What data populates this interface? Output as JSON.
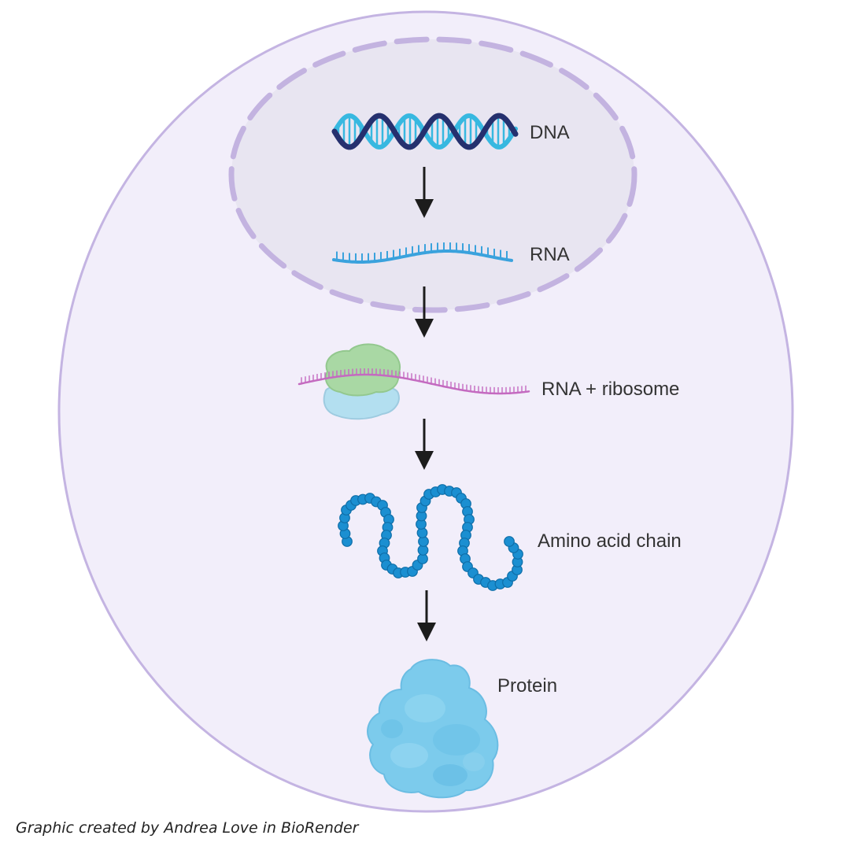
{
  "diagram": {
    "steps": [
      {
        "id": "dna",
        "label": "DNA",
        "icon": "dna-double-helix-icon"
      },
      {
        "id": "rna",
        "label": "RNA",
        "icon": "rna-strand-icon"
      },
      {
        "id": "ribosome",
        "label": "RNA + ribosome",
        "icon": "ribosome-icon"
      },
      {
        "id": "chain",
        "label": "Amino acid chain",
        "icon": "amino-acid-chain-icon"
      },
      {
        "id": "protein",
        "label": "Protein",
        "icon": "protein-icon"
      }
    ],
    "colors": {
      "cell_fill": "#f2eefa",
      "cell_border": "#c4b4e2",
      "nucleus_fill": "#e8e5f1",
      "nucleus_border": "#c3b3e0",
      "dna_dark": "#25306e",
      "dna_light": "#37b8e0",
      "rna": "#3aa2dd",
      "mrna_pink": "#c46ac0",
      "ribosome_large": "#a9d8a4",
      "ribosome_small": "#b3dff0",
      "bead": "#1b8fd1",
      "protein": "#7ccbec",
      "arrow": "#1c1c1c"
    }
  },
  "credit": "Graphic created by Andrea Love in BioRender"
}
